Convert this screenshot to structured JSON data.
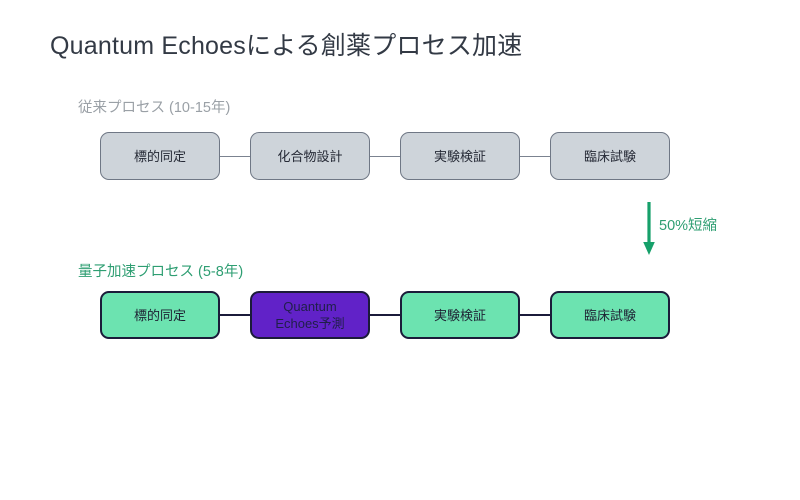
{
  "diagram": {
    "title": "Quantum Echoesによる創薬プロセス加速",
    "accent_green": "#2e9e72",
    "node_green": "#6ce3b0",
    "node_gray": "#ced4da",
    "node_purple": "#6122c8",
    "rows": [
      {
        "id": "legacy",
        "label": "従来プロセス (10-15年)",
        "nodes": [
          {
            "label": "標的同定",
            "style": "gray"
          },
          {
            "label": "化合物設計",
            "style": "gray"
          },
          {
            "label": "実験検証",
            "style": "gray"
          },
          {
            "label": "臨床試験",
            "style": "gray"
          }
        ]
      },
      {
        "id": "quantum",
        "label": "量子加速プロセス (5-8年)",
        "nodes": [
          {
            "label": "標的同定",
            "style": "green"
          },
          {
            "label": "Quantum\nEchoes予測",
            "style": "purple"
          },
          {
            "label": "実験検証",
            "style": "green"
          },
          {
            "label": "臨床試験",
            "style": "green"
          }
        ]
      }
    ],
    "annotation": {
      "label": "50%短縮",
      "icon": "down-arrow-icon",
      "color": "#16a06a"
    }
  }
}
